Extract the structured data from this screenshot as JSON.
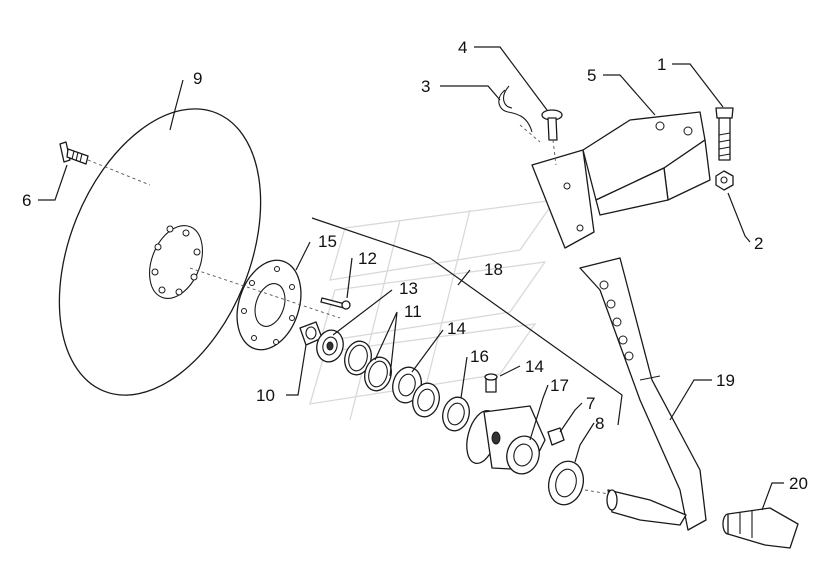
{
  "diagram": {
    "callouts": [
      {
        "id": "1",
        "label": "1"
      },
      {
        "id": "2",
        "label": "2"
      },
      {
        "id": "3",
        "label": "3"
      },
      {
        "id": "4",
        "label": "4"
      },
      {
        "id": "5",
        "label": "5"
      },
      {
        "id": "6",
        "label": "6"
      },
      {
        "id": "7",
        "label": "7"
      },
      {
        "id": "8",
        "label": "8"
      },
      {
        "id": "9",
        "label": "9"
      },
      {
        "id": "10",
        "label": "10"
      },
      {
        "id": "11",
        "label": "11"
      },
      {
        "id": "12",
        "label": "12"
      },
      {
        "id": "13",
        "label": "13"
      },
      {
        "id": "14a",
        "label": "14"
      },
      {
        "id": "14b",
        "label": "14"
      },
      {
        "id": "15",
        "label": "15"
      },
      {
        "id": "16",
        "label": "16"
      },
      {
        "id": "17",
        "label": "17"
      },
      {
        "id": "18",
        "label": "18"
      },
      {
        "id": "19",
        "label": "19"
      },
      {
        "id": "20",
        "label": "20"
      }
    ],
    "colors": {
      "line": "#1a1a1a",
      "watermark": "#d9d9d9",
      "background": "#ffffff"
    }
  }
}
